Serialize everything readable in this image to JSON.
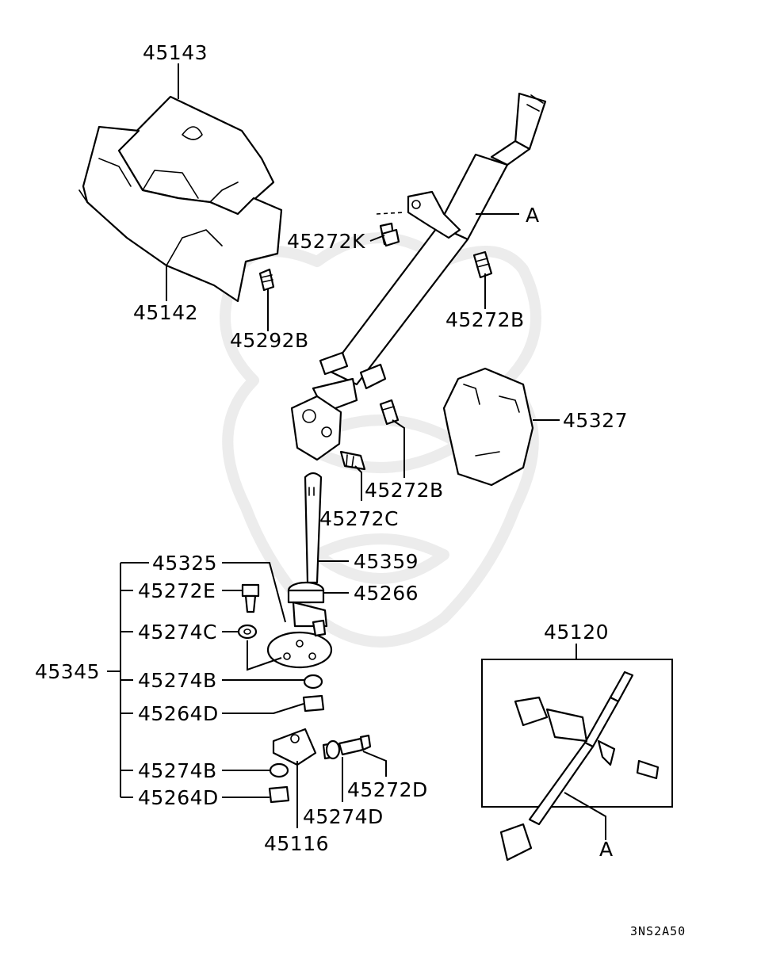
{
  "parts": {
    "p45143": "45143",
    "p45142": "45142",
    "p45292B": "45292B",
    "p45272K": "45272K",
    "pA_top": "A",
    "p45272B_top": "45272B",
    "p45327": "45327",
    "p45272B_mid": "45272B",
    "p45272C": "45272C",
    "p45359": "45359",
    "p45266": "45266",
    "p45325": "45325",
    "p45272E": "45272E",
    "p45274C": "45274C",
    "p45345": "45345",
    "p45274B_1": "45274B",
    "p45264D_1": "45264D",
    "p45274B_2": "45274B",
    "p45264D_2": "45264D",
    "p45272D": "45272D",
    "p45274D": "45274D",
    "p45116": "45116",
    "p45120": "45120",
    "pA_inset": "A"
  },
  "drawing_code": "3NS2A50",
  "colors": {
    "ink": "#000000",
    "background": "#ffffff",
    "watermark": "#ececec"
  }
}
